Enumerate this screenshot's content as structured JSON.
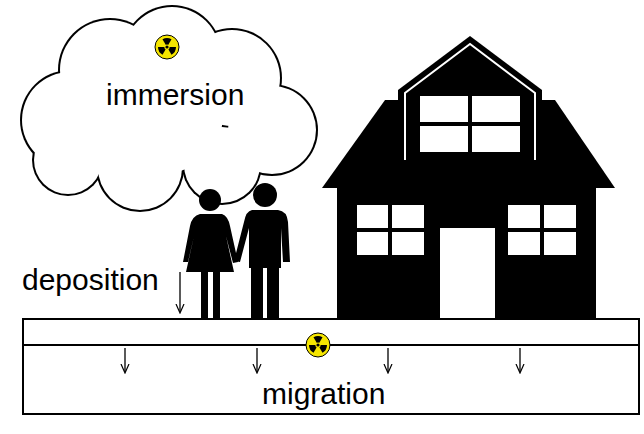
{
  "diagram": {
    "nodes": [
      {
        "text": [
          "immersion"
        ]
      },
      {
        "text": [
          "migration"
        ]
      }
    ],
    "labels": [
      "deposition"
    ]
  }
}
